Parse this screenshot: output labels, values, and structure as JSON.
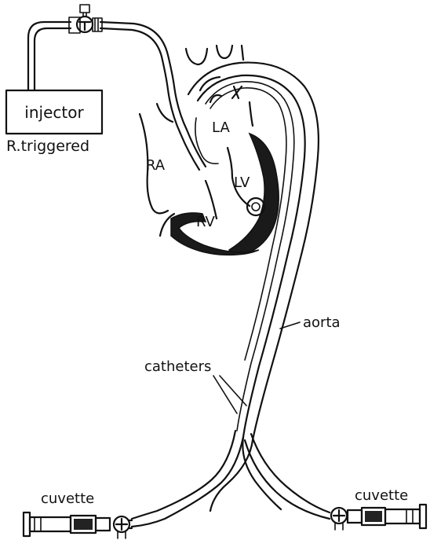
{
  "labels": {
    "injector": "injector",
    "triggered": "R.triggered",
    "ra": "RA",
    "la": "LA",
    "lv": "LV",
    "rv": "RV",
    "aorta": "aorta",
    "catheters": "catheters",
    "cuvette_left": "cuvette",
    "cuvette_right": "cuvette"
  }
}
